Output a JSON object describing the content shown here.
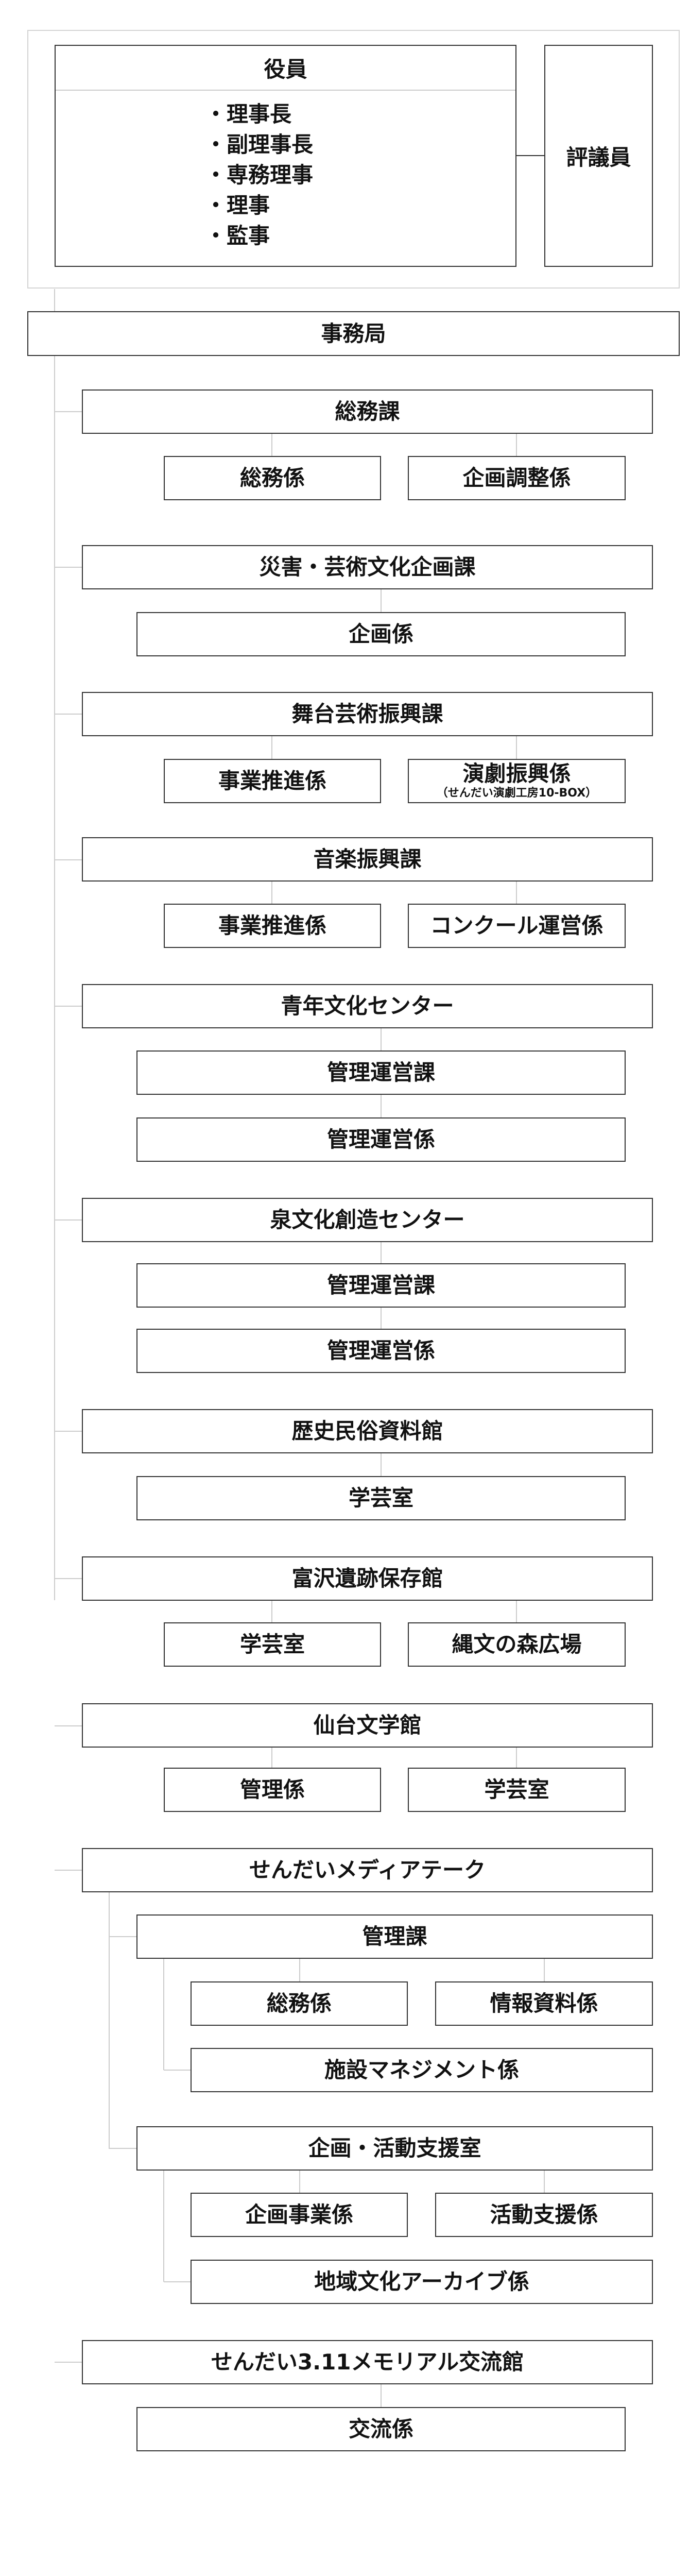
{
  "governance": {
    "officers": {
      "title": "役員",
      "members": [
        "理事長",
        "副理事長",
        "専務理事",
        "理事",
        "監事"
      ]
    },
    "council": "評議員"
  },
  "secretariat": "事務局",
  "units": [
    {
      "name": "総務課",
      "children": [
        {
          "name": "総務係"
        },
        {
          "name": "企画調整係"
        }
      ]
    },
    {
      "name": "災害・芸術文化企画課",
      "children": [
        {
          "name": "企画係"
        }
      ]
    },
    {
      "name": "舞台芸術振興課",
      "children": [
        {
          "name": "事業推進係"
        },
        {
          "name": "演劇振興係",
          "note": "（せんだい演劇工房10-BOX）"
        }
      ]
    },
    {
      "name": "音楽振興課",
      "children": [
        {
          "name": "事業推進係"
        },
        {
          "name": "コンクール運営係"
        }
      ]
    },
    {
      "name": "青年文化センター",
      "children": [
        {
          "name": "管理運営課"
        },
        {
          "name": "管理運営係"
        }
      ]
    },
    {
      "name": "泉文化創造センター",
      "children": [
        {
          "name": "管理運営課"
        },
        {
          "name": "管理運営係"
        }
      ]
    },
    {
      "name": "歴史民俗資料館",
      "children": [
        {
          "name": "学芸室"
        }
      ]
    },
    {
      "name": "富沢遺跡保存館",
      "children": [
        {
          "name": "学芸室"
        },
        {
          "name": "縄文の森広場"
        }
      ]
    },
    {
      "name": "仙台文学館",
      "children": [
        {
          "name": "管理係"
        },
        {
          "name": "学芸室"
        }
      ]
    },
    {
      "name": "せんだいメディアテーク",
      "children": [
        {
          "name": "管理課",
          "children": [
            {
              "name": "総務係"
            },
            {
              "name": "情報資料係"
            },
            {
              "name": "施設マネジメント係"
            }
          ]
        },
        {
          "name": "企画・活動支援室",
          "children": [
            {
              "name": "企画事業係"
            },
            {
              "name": "活動支援係"
            },
            {
              "name": "地域文化アーカイブ係"
            }
          ]
        }
      ]
    },
    {
      "name": "せんだい3.11メモリアル交流館",
      "children": [
        {
          "name": "交流係"
        }
      ]
    }
  ]
}
